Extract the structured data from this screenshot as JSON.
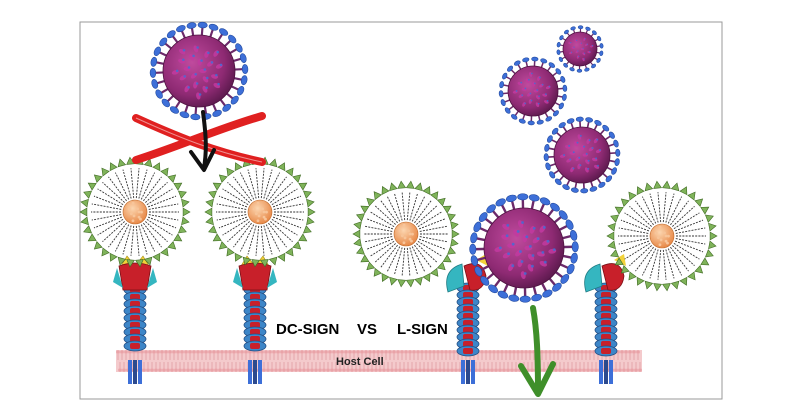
{
  "labels": {
    "dc_sign": "DC-SIGN",
    "vs": "VS",
    "l_sign": "L-SIGN",
    "host_cell": "Host Cell"
  },
  "colors": {
    "virus_body": "#8e2a73",
    "virus_spike": "#3d6fd8",
    "virus_spot": "#c23aa0",
    "block_cross": "#e02020",
    "entry_arrow": "#3f8f2a",
    "membrane": "#f3c4c6",
    "receptor_blue": "#3d86c8",
    "receptor_red": "#c8202a",
    "receptor_teal": "#35b6c0",
    "receptor_yellow": "#f2d23a",
    "liposome_core": "#f5b07a",
    "ligand_green": "#7fb35a"
  },
  "icons": {
    "virus": "coronavirus-icon",
    "blocked": "red-x-cross-icon",
    "entry": "green-down-arrow-icon",
    "nanoparticle": "glyco-liposome-icon",
    "receptor": "lectin-receptor-icon"
  }
}
